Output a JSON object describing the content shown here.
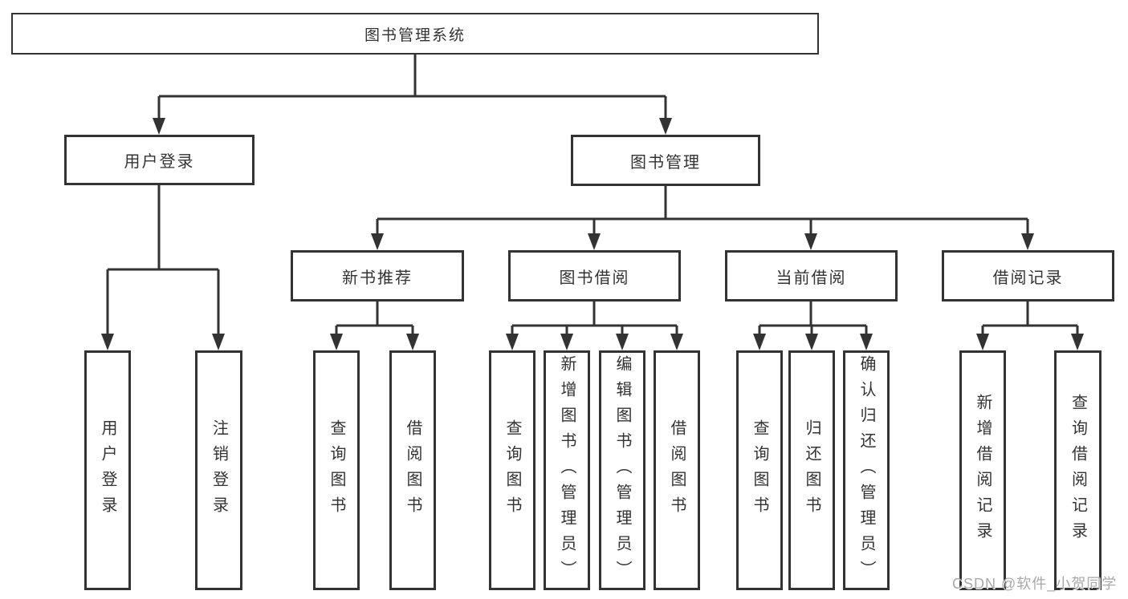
{
  "tree": {
    "label": "图书管理系统",
    "children": [
      {
        "label": "用户登录",
        "children": [
          {
            "label": "用户登录"
          },
          {
            "label": "注销登录"
          }
        ]
      },
      {
        "label": "图书管理",
        "children": [
          {
            "label": "新书推荐",
            "children": [
              {
                "label": "查询图书"
              },
              {
                "label": "借阅图书"
              }
            ]
          },
          {
            "label": "图书借阅",
            "children": [
              {
                "label": "查询图书"
              },
              {
                "label": "新增图书（管理员）"
              },
              {
                "label": "编辑图书（管理员）"
              },
              {
                "label": "借阅图书"
              }
            ]
          },
          {
            "label": "当前借阅",
            "children": [
              {
                "label": "查询图书"
              },
              {
                "label": "归还图书"
              },
              {
                "label": "确认归还（管理员）"
              }
            ]
          },
          {
            "label": "借阅记录",
            "children": [
              {
                "label": "新增借阅记录"
              },
              {
                "label": "查询借阅记录"
              }
            ]
          }
        ]
      }
    ]
  },
  "watermark": {
    "text": "CSDN @软件_小贺同学"
  },
  "colors": {
    "line": "#333333",
    "box_background": "#ffffff",
    "text": "#333333",
    "watermark": "#a9a9a9"
  }
}
